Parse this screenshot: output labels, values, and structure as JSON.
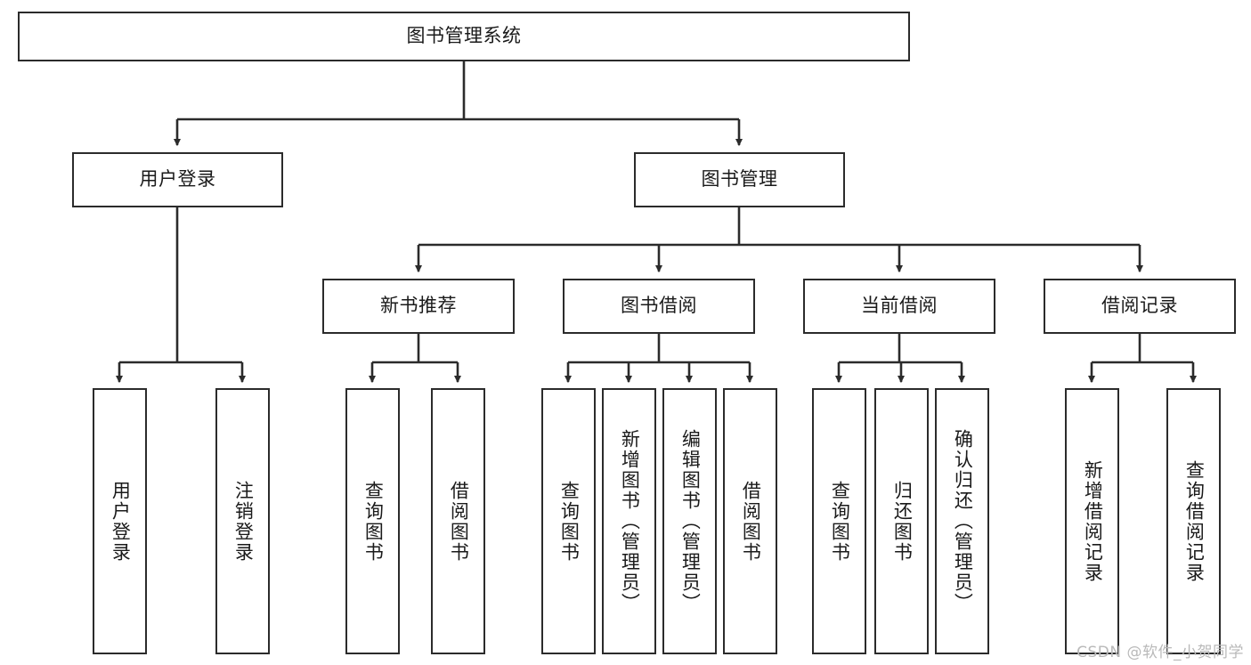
{
  "diagram": {
    "type": "hierarchy-tree",
    "title": "图书管理系统",
    "watermark": "CSDN @软件_小贺同学",
    "colors": {
      "box_border": "#2b2b2b",
      "box_fill": "#ffffff",
      "connector": "#2b2b2b",
      "text": "#1a1a1a",
      "watermark": "#b9b9b9",
      "background": "#ffffff"
    },
    "levels": {
      "root": {
        "label": "图书管理系统"
      },
      "level1": [
        {
          "id": "user-login",
          "label": "用户登录"
        },
        {
          "id": "book-management",
          "label": "图书管理"
        }
      ],
      "level2": [
        {
          "id": "new-book-recommend",
          "label": "新书推荐"
        },
        {
          "id": "book-borrow",
          "label": "图书借阅"
        },
        {
          "id": "current-borrow",
          "label": "当前借阅"
        },
        {
          "id": "borrow-record",
          "label": "借阅记录"
        }
      ],
      "leaves": {
        "user-login": [
          {
            "id": "leaf-user-login",
            "label": "用户登录"
          },
          {
            "id": "leaf-logout-login",
            "label": "注销登录"
          }
        ],
        "new-book-recommend": [
          {
            "id": "leaf-query-book-1",
            "label": "查询图书"
          },
          {
            "id": "leaf-borrow-book-1",
            "label": "借阅图书"
          }
        ],
        "book-borrow": [
          {
            "id": "leaf-query-book-2",
            "label": "查询图书"
          },
          {
            "id": "leaf-add-book",
            "label": "新增图书（管理员）"
          },
          {
            "id": "leaf-edit-book",
            "label": "编辑图书（管理员）"
          },
          {
            "id": "leaf-borrow-book-2",
            "label": "借阅图书"
          }
        ],
        "current-borrow": [
          {
            "id": "leaf-query-book-3",
            "label": "查询图书"
          },
          {
            "id": "leaf-return-book",
            "label": "归还图书"
          },
          {
            "id": "leaf-confirm-return",
            "label": "确认归还（管理员）"
          }
        ],
        "borrow-record": [
          {
            "id": "leaf-add-record",
            "label": "新增借阅记录"
          },
          {
            "id": "leaf-query-record",
            "label": "查询借阅记录"
          }
        ]
      }
    }
  }
}
